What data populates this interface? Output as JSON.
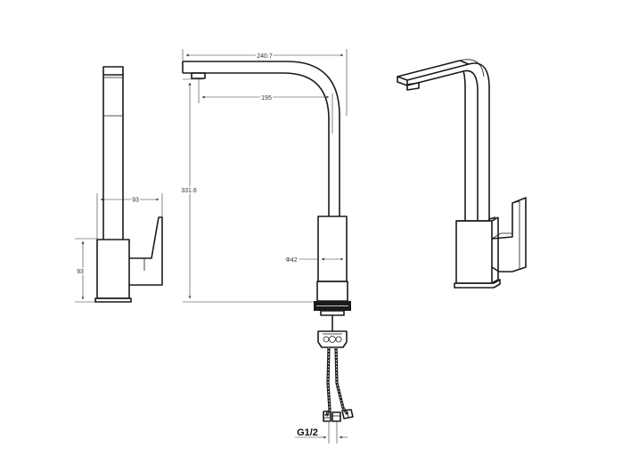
{
  "dimensions": {
    "spout_length": "240.7",
    "spout_reach": "195",
    "total_height": "331.6",
    "body_diameter": "Φ42",
    "side_width": "93",
    "side_height": "93",
    "connection_thread": "G1/2"
  }
}
